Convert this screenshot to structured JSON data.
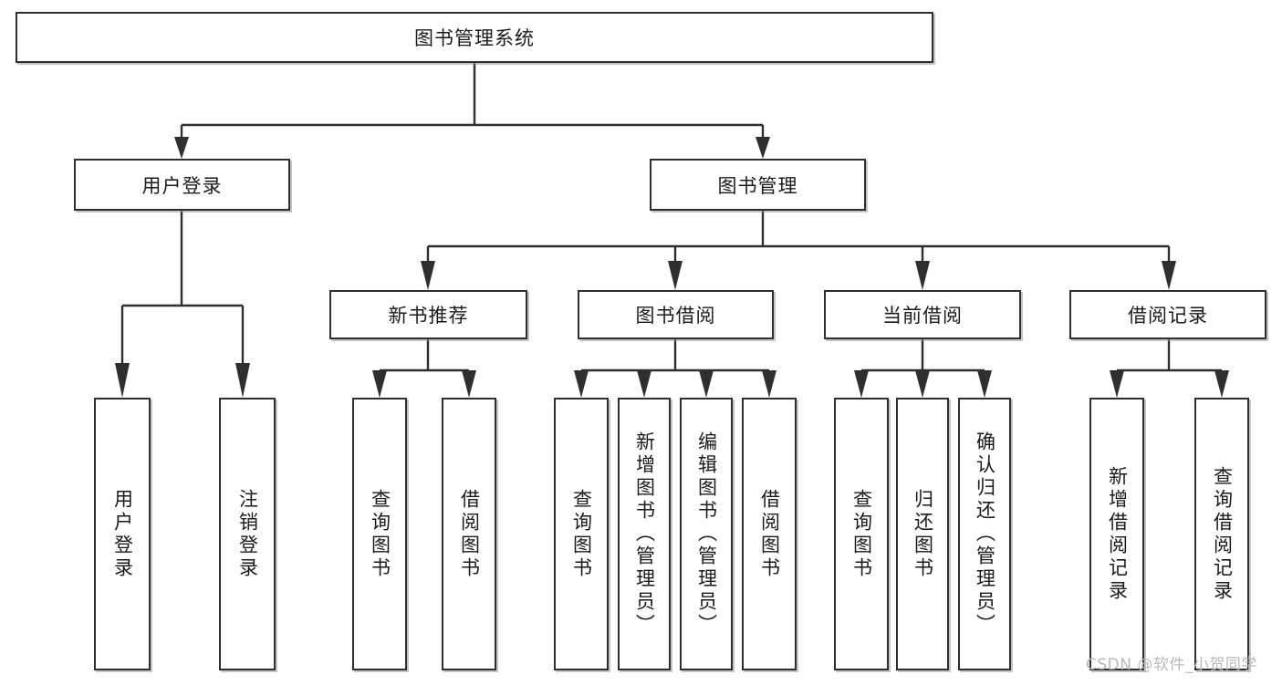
{
  "diagram": {
    "type": "tree-hierarchy",
    "title": "图书管理系统",
    "root": {
      "id": "root",
      "label": "图书管理系统",
      "orientation": "horizontal"
    },
    "level1": [
      {
        "id": "user-login",
        "label": "用户登录",
        "orientation": "horizontal"
      },
      {
        "id": "book-manage",
        "label": "图书管理",
        "orientation": "horizontal"
      }
    ],
    "level2": [
      {
        "id": "new-book-rec",
        "label": "新书推荐",
        "orientation": "horizontal",
        "parent": "book-manage"
      },
      {
        "id": "book-borrow",
        "label": "图书借阅",
        "orientation": "horizontal",
        "parent": "book-manage"
      },
      {
        "id": "current-borrow",
        "label": "当前借阅",
        "orientation": "horizontal",
        "parent": "book-manage"
      },
      {
        "id": "borrow-record",
        "label": "借阅记录",
        "orientation": "horizontal",
        "parent": "book-manage"
      }
    ],
    "leaves": [
      {
        "id": "leaf-user-login",
        "label": "用户登录",
        "parent": "user-login"
      },
      {
        "id": "leaf-user-logout",
        "label": "注销登录",
        "parent": "user-login"
      },
      {
        "id": "leaf-query-book-1",
        "label": "查询图书",
        "parent": "new-book-rec"
      },
      {
        "id": "leaf-borrow-book-1",
        "label": "借阅图书",
        "parent": "new-book-rec"
      },
      {
        "id": "leaf-query-book-2",
        "label": "查询图书",
        "parent": "book-borrow"
      },
      {
        "id": "leaf-add-book",
        "label": "新增图书（管理员）",
        "parent": "book-borrow"
      },
      {
        "id": "leaf-edit-book",
        "label": "编辑图书（管理员）",
        "parent": "book-borrow"
      },
      {
        "id": "leaf-borrow-book-2",
        "label": "借阅图书",
        "parent": "book-borrow"
      },
      {
        "id": "leaf-query-book-3",
        "label": "查询图书",
        "parent": "current-borrow"
      },
      {
        "id": "leaf-return-book",
        "label": "归还图书",
        "parent": "current-borrow"
      },
      {
        "id": "leaf-confirm-return",
        "label": "确认归还（管理员）",
        "parent": "current-borrow"
      },
      {
        "id": "leaf-add-record",
        "label": "新增借阅记录",
        "parent": "borrow-record"
      },
      {
        "id": "leaf-query-record",
        "label": "查询借阅记录",
        "parent": "borrow-record"
      }
    ]
  },
  "watermark": {
    "text": "CSDN @软件_小贺同学"
  },
  "colors": {
    "border": "#2f2f2f",
    "background": "#ffffff",
    "text": "#1a1a1a",
    "watermark": "#b9b9b9"
  }
}
